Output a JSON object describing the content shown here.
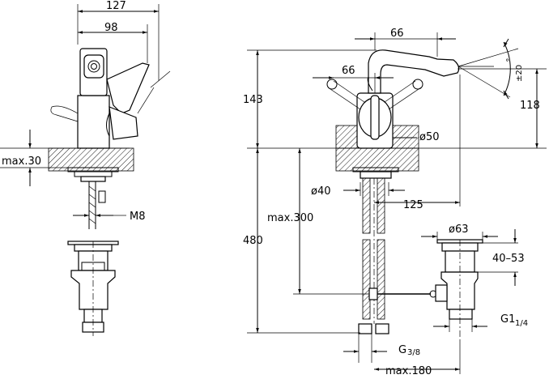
{
  "dimensions": {
    "d127": "127",
    "d98": "98",
    "max30": "max.30",
    "m8": "M8",
    "d66_top": "66",
    "d66_left": "66",
    "d143": "143",
    "d118": "118",
    "pm20": "±20",
    "deg_mark": "°",
    "phi50": "ø50",
    "phi40": "ø40",
    "d125": "125",
    "max300": "max.300",
    "d480": "480",
    "phi63": "ø63",
    "d40_53": "40–53",
    "g1": "G1",
    "g1_frac": "1/4",
    "g38": "G",
    "g38_frac": "3/8",
    "max180": "max.180"
  }
}
